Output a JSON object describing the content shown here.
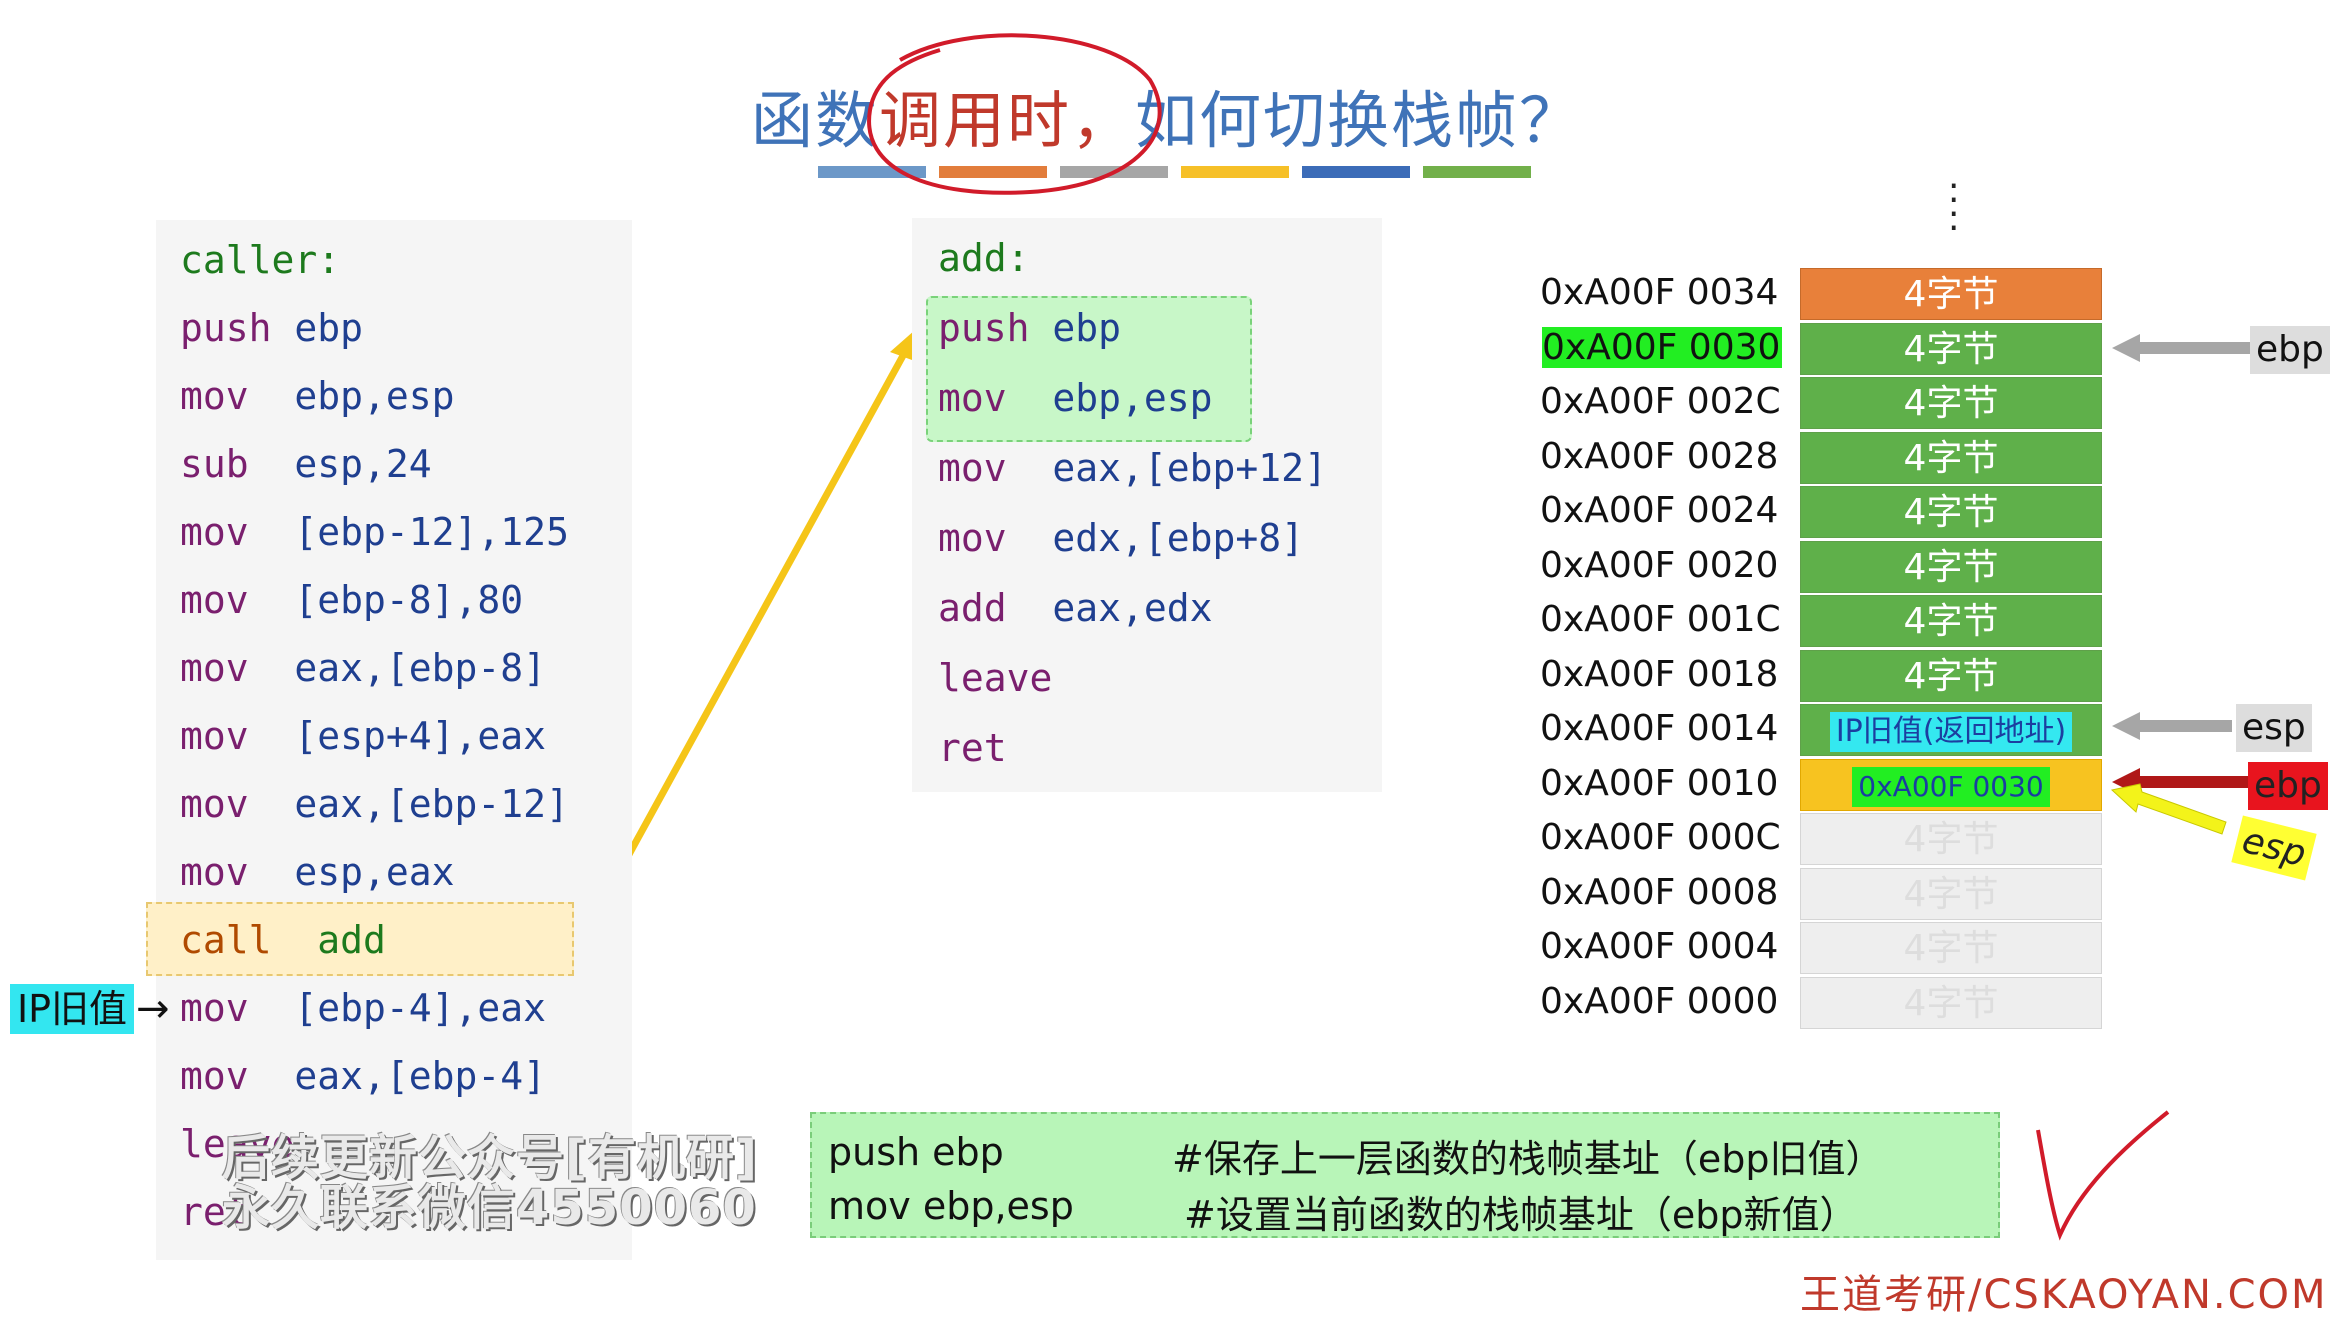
{
  "title": {
    "part1": "函数",
    "highlight": "调用时，",
    "part2": "如何切换栈帧？"
  },
  "colors": {
    "title_bars": [
      "#6c98c8",
      "#e27d3c",
      "#a6a6a6",
      "#f6c028",
      "#3c6cb8",
      "#72b04a"
    ],
    "accent_red": "#c0392b",
    "arrow_yellow": "#f5c518"
  },
  "caller": {
    "lines": [
      "caller:",
      "push ebp",
      "mov  ebp,esp",
      "sub  esp,24",
      "mov  [ebp-12],125",
      "mov  [ebp-8],80",
      "mov  eax,[ebp-8]",
      "mov  [esp+4],eax",
      "mov  eax,[ebp-12]",
      "mov  esp,eax",
      "call  add",
      "mov  [ebp-4],eax",
      "mov  eax,[ebp-4]",
      "leave",
      "ret"
    ]
  },
  "ip_tag": "IP旧值",
  "add_func": {
    "lines": [
      "add:",
      "push ebp",
      "mov  ebp,esp",
      "mov  eax,[ebp+12]",
      "mov  edx,[ebp+8]",
      "add  eax,edx",
      "leave",
      "ret"
    ]
  },
  "stack": {
    "rows": [
      {
        "addr": "0xA00F 0034",
        "content": "4字节",
        "style": "orange"
      },
      {
        "addr": "0xA00F 0030",
        "content": "4字节",
        "style": "green",
        "addr_highlight": true
      },
      {
        "addr": "0xA00F 002C",
        "content": "4字节",
        "style": "green"
      },
      {
        "addr": "0xA00F 0028",
        "content": "4字节",
        "style": "green"
      },
      {
        "addr": "0xA00F 0024",
        "content": "4字节",
        "style": "green"
      },
      {
        "addr": "0xA00F 0020",
        "content": "4字节",
        "style": "green"
      },
      {
        "addr": "0xA00F 001C",
        "content": "4字节",
        "style": "green"
      },
      {
        "addr": "0xA00F 0018",
        "content": "4字节",
        "style": "green"
      },
      {
        "addr": "0xA00F 0014",
        "content": "IP旧值(返回地址)",
        "style": "green-cyan"
      },
      {
        "addr": "0xA00F 0010",
        "content": "0xA00F 0030",
        "style": "yellow-lime"
      },
      {
        "addr": "0xA00F 000C",
        "content": "4字节",
        "style": "gray"
      },
      {
        "addr": "0xA00F 0008",
        "content": "4字节",
        "style": "gray"
      },
      {
        "addr": "0xA00F 0004",
        "content": "4字节",
        "style": "gray"
      },
      {
        "addr": "0xA00F 0000",
        "content": "4字节",
        "style": "gray"
      }
    ],
    "labels": {
      "ebp_old": "ebp",
      "esp_old": "esp",
      "ebp_new": "ebp",
      "esp_new": "esp"
    }
  },
  "note": {
    "line1_code": "push ebp",
    "line1_comment": "#保存上一层函数的栈帧基址（ebp旧值）",
    "line2_code": "mov ebp,esp",
    "line2_comment": "#设置当前函数的栈帧基址（ebp新值）"
  },
  "watermark": {
    "line1": "后续更新公众号[有机研]",
    "line2": "永久联系微信4550060"
  },
  "footer": "王道考研/CSKAOYAN.COM"
}
